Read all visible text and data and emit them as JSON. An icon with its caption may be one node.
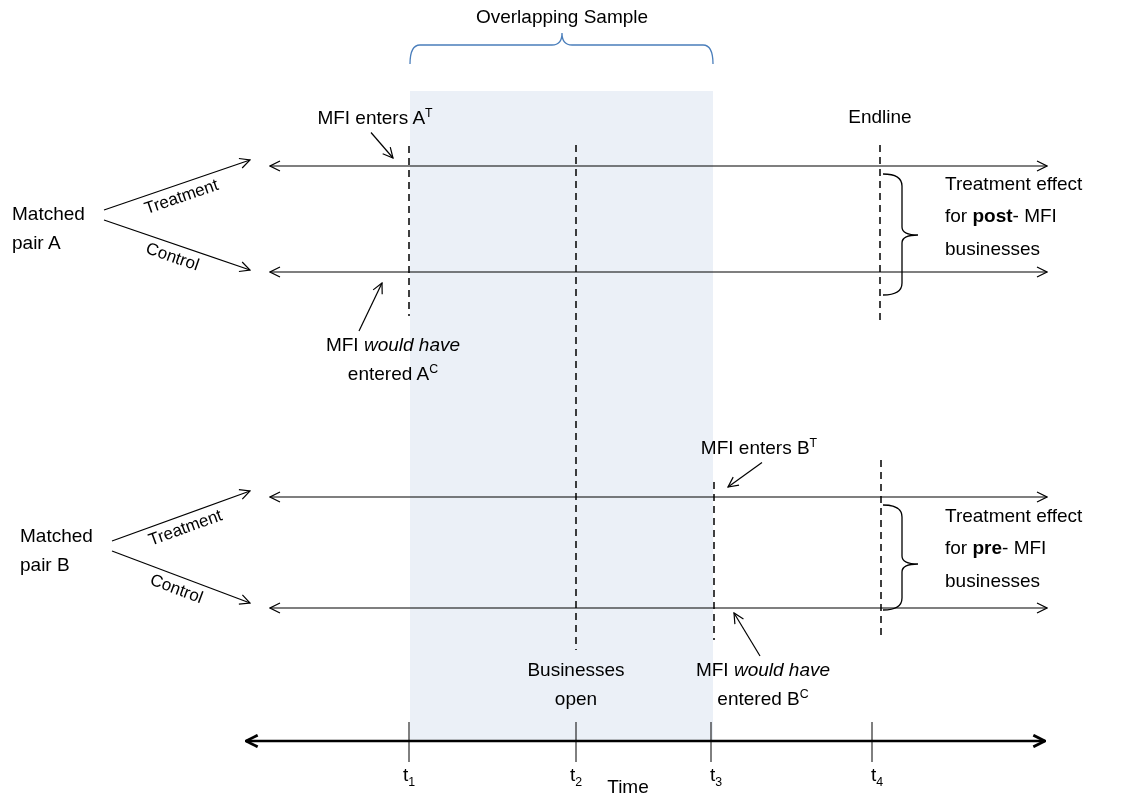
{
  "diagram": {
    "nodes": [
      {
        "text": [
          "Matched pair A"
        ]
      },
      {
        "text": [
          "MFI enters A$^{T}$"
        ]
      },
      {
        "text": [
          "MFI *would have* entered A$^{C}$"
        ]
      },
      {
        "text": [
          "Matched pair B"
        ]
      },
      {
        "text": [
          "MFI enters B$^{T}$"
        ]
      },
      {
        "text": [
          "MFI *would have* entered B$^{C}$"
        ]
      }
    ],
    "edges": [
      {
        "from": 0,
        "to": null,
        "arrow": "to",
        "label": "Treatment"
      },
      {
        "from": 0,
        "to": null,
        "arrow": "to",
        "label": "Control"
      },
      {
        "from": 1,
        "to": null,
        "arrow": "to"
      },
      {
        "from": 2,
        "to": null,
        "arrow": "to"
      },
      {
        "from": 3,
        "to": null,
        "arrow": "to",
        "label": "Treatment"
      },
      {
        "from": 3,
        "to": null,
        "arrow": "to",
        "label": "Control"
      },
      {
        "from": 4,
        "to": null,
        "arrow": "to"
      },
      {
        "from": 5,
        "to": null,
        "arrow": "to"
      }
    ],
    "labels": [
      "Overlapping Sample",
      "Endline",
      "Treatment effect for **post**- MFI businesses",
      "Treatment effect for **pre**- MFI businesses",
      "Businesses open",
      "t$_{1}$",
      "t$_{2}$",
      "Time",
      "t$_{3}$",
      "t$_{4}$"
    ]
  }
}
